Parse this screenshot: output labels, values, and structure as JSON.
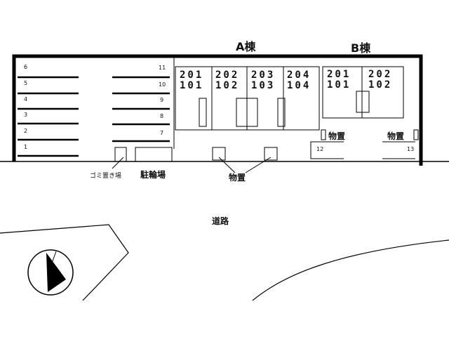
{
  "buildings": {
    "a": {
      "label": "A棟",
      "units_upper": [
        "201",
        "202",
        "203",
        "204"
      ],
      "units_lower": [
        "101",
        "102",
        "103",
        "104"
      ]
    },
    "b": {
      "label": "B棟",
      "units_upper": [
        "201",
        "202"
      ],
      "units_lower": [
        "101",
        "102"
      ]
    }
  },
  "labels": {
    "garbage": "ゴミ置き場",
    "bicycle": "駐輪場",
    "storage": "物置",
    "storage_b1": "物置",
    "storage_b2": "物置",
    "road": "道路"
  },
  "parking_left": [
    "6",
    "5",
    "4",
    "3",
    "2",
    "1"
  ],
  "parking_right": [
    "11",
    "10",
    "9",
    "8",
    "7"
  ],
  "parking_b": [
    "12",
    "13"
  ]
}
